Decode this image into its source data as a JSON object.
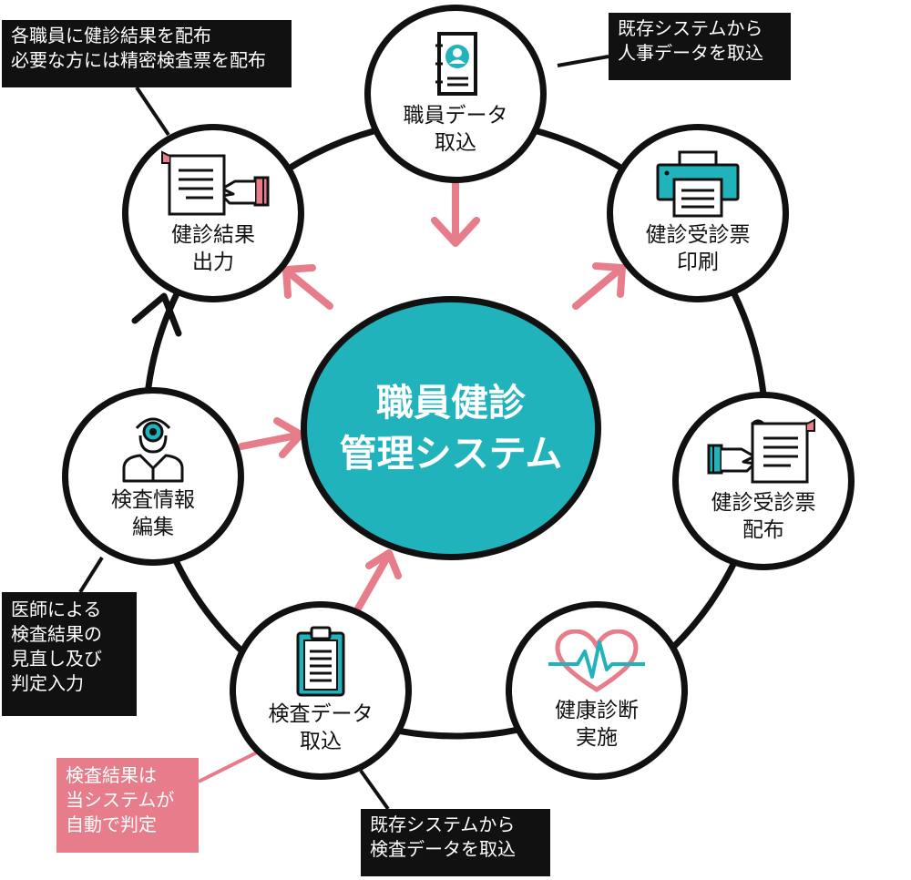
{
  "center": {
    "title": "職員健診\n管理システム"
  },
  "nodes": {
    "import_staff": "職員データ\n取込",
    "print_ticket": "健診受診票\n印刷",
    "distribute_ticket": "健診受診票\n配布",
    "perform_checkup": "健康診断\n実施",
    "import_exam": "検査データ\n取込",
    "edit_exam": "検査情報\n編集",
    "output_result": "健診結果\n出力"
  },
  "notes": {
    "top_left": "各職員に健診結果を配布\n必要な方には精密検査票を配布",
    "top_right": "既存システムから\n人事データを取込",
    "left": "医師による\n検査結果の\n見直し及び\n判定入力",
    "bottom_left": "検査結果は\n当システムが\n自動で判定",
    "bottom": "既存システムから\n検査データを取込"
  },
  "colors": {
    "teal": "#21b3bc",
    "pink": "#e77c8a",
    "black": "#111111",
    "white": "#ffffff"
  },
  "icons": {
    "import_staff": "address-book-icon",
    "print_ticket": "printer-icon",
    "distribute_ticket": "hand-giving-document-icon",
    "perform_checkup": "heart-pulse-icon",
    "import_exam": "clipboard-icon",
    "edit_exam": "doctor-icon",
    "output_result": "hand-giving-document-icon"
  }
}
